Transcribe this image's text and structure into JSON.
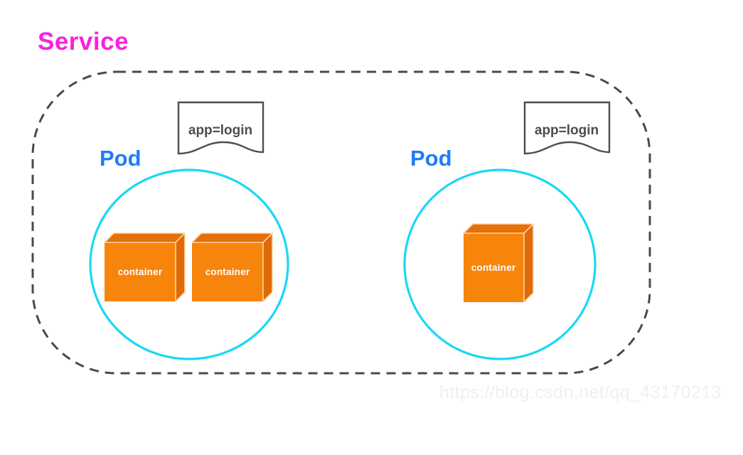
{
  "diagram": {
    "title": "Service",
    "title_color": "#fa22dd",
    "background": "#ffffff",
    "watermark": "https://blog.csdn.net/qq_43170213",
    "watermark_color": "#f0f0f0",
    "boundary": {
      "name": "service-boundary",
      "style": "dashed",
      "color": "#4a4a4a"
    },
    "pods": [
      {
        "label": "Pod",
        "label_color": "#1e7cfa",
        "circle_color": "#18d8f5",
        "note": {
          "text": "app=login",
          "text_color": "#4d4d4d",
          "border_color": "#4d4d4d"
        },
        "containers": [
          {
            "label": "container"
          },
          {
            "label": "container"
          }
        ]
      },
      {
        "label": "Pod",
        "label_color": "#1e7cfa",
        "circle_color": "#18d8f5",
        "note": {
          "text": "app=login",
          "text_color": "#4d4d4d",
          "border_color": "#4d4d4d"
        },
        "containers": [
          {
            "label": "container"
          }
        ]
      }
    ],
    "container_style": {
      "front_color": "#f7840b",
      "top_color": "#e56f09",
      "side_color": "#e06a08",
      "edge_color": "#ffd6a8",
      "text_color": "#ffffff"
    }
  }
}
